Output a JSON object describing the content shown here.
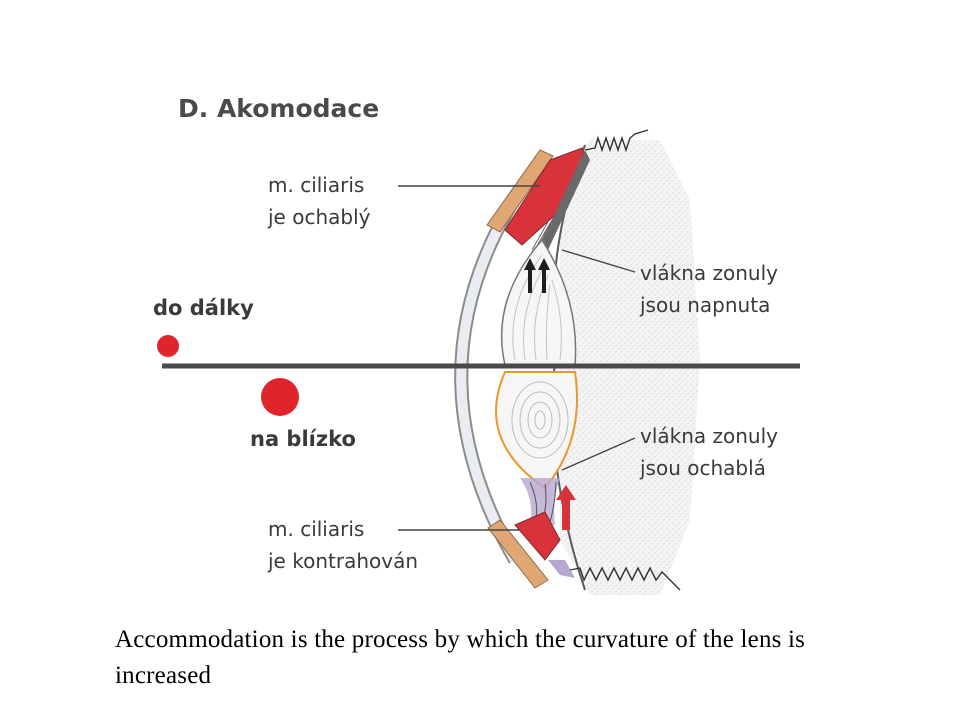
{
  "diagram": {
    "title": "D. Akomodace",
    "label_far": "do dálky",
    "label_near": "na blízko",
    "ciliaris_relaxed": [
      "m. ciliaris",
      "je ochablý"
    ],
    "zonule_taut": [
      "vlákna zonuly",
      "jsou napnuta"
    ],
    "zonule_slack": [
      "vlákna zonuly",
      "jsou ochablá"
    ],
    "ciliaris_contracted": [
      "m. ciliaris",
      "je kontrahován"
    ],
    "colors": {
      "muscle_red": "#d8333a",
      "dot_red": "#e0242b",
      "ligament_tan": "#e0a774",
      "lens_outline_orange": "#e59a2c",
      "zonule_purple": "#b7a6d0",
      "horizontal_line": "#4a4a4a"
    }
  },
  "caption": "Accommodation is the process by which the curvature of the lens is increased"
}
